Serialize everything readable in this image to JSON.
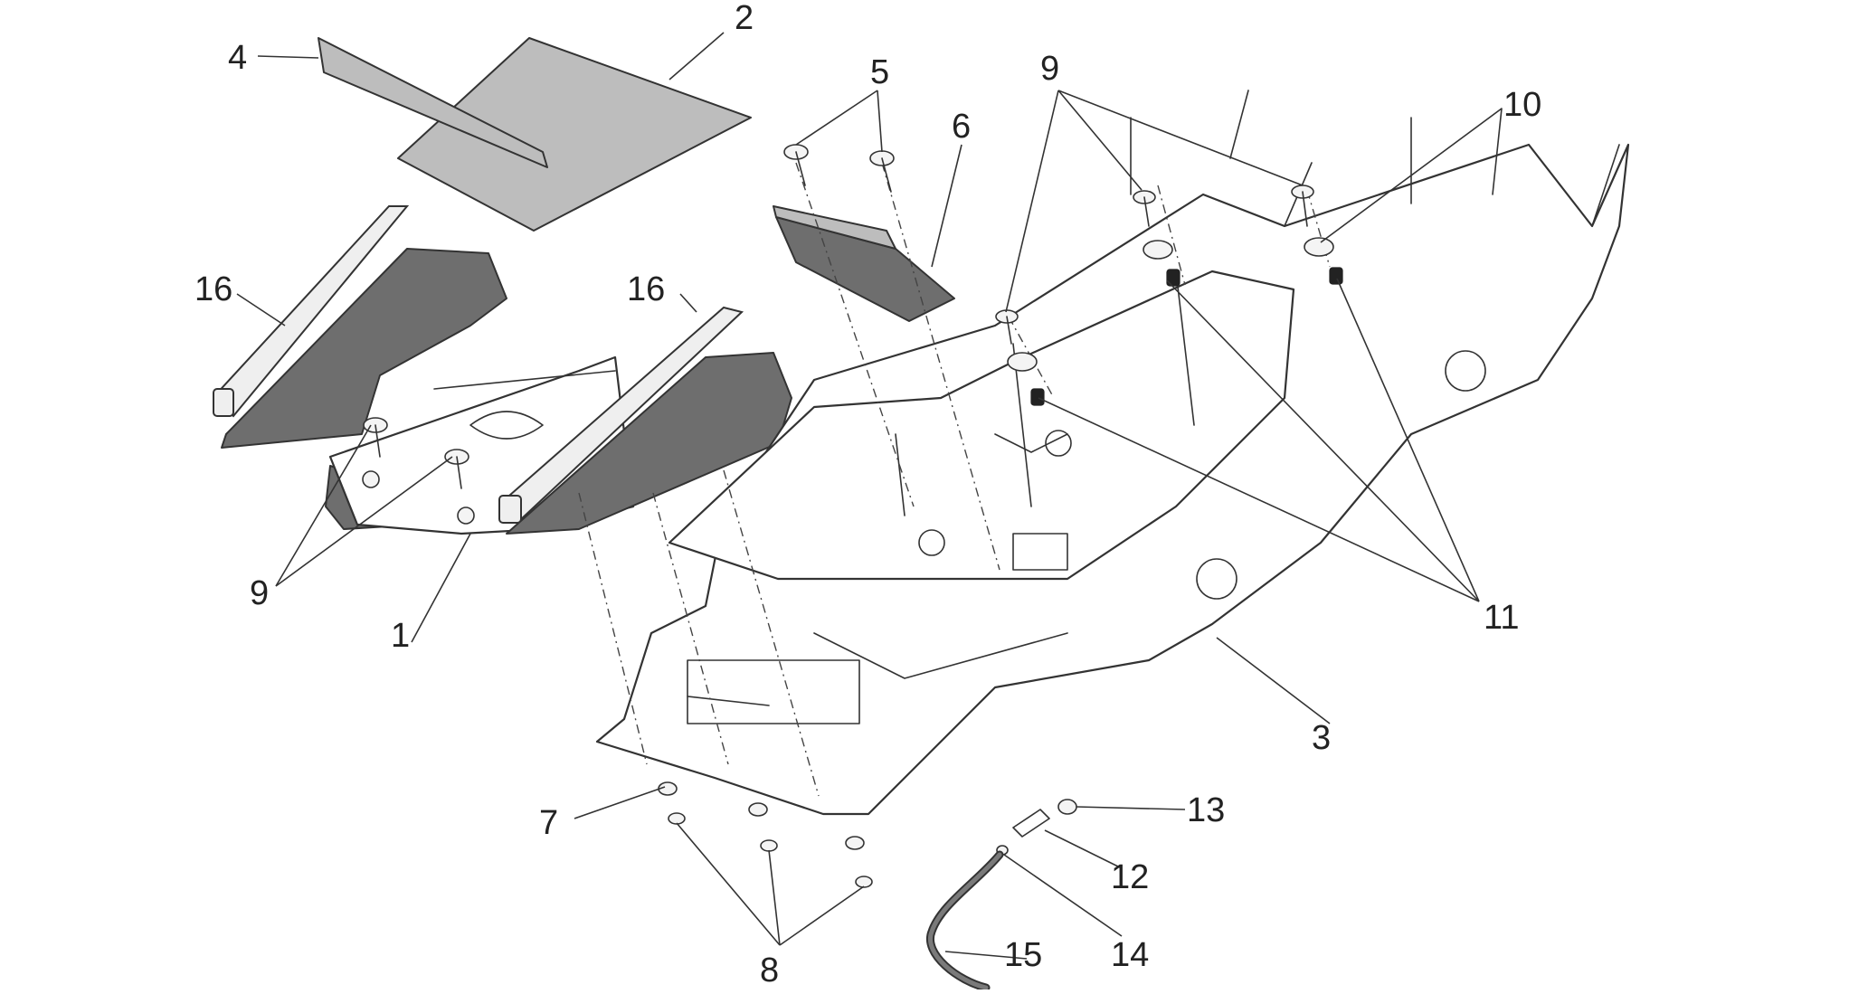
{
  "callouts": {
    "c1": "1",
    "c2": "2",
    "c3": "3",
    "c4": "4",
    "c5": "5",
    "c6": "6",
    "c7": "7",
    "c8": "8",
    "c9a": "9",
    "c9b": "9",
    "c10": "10",
    "c11": "11",
    "c12": "12",
    "c13": "13",
    "c14": "14",
    "c15": "15",
    "c16a": "16",
    "c16b": "16"
  }
}
